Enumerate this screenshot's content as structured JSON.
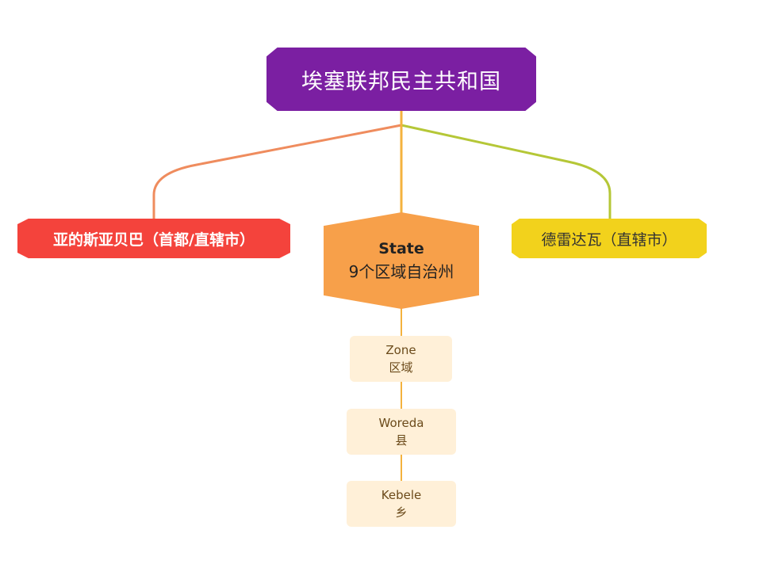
{
  "diagram": {
    "root": {
      "label": "埃塞联邦民主共和国",
      "color": "#7b1fa2"
    },
    "branches": {
      "addis": {
        "label": "亚的斯亚贝巴（首都/直辖市）",
        "color": "#f4433c",
        "link_color": "#ef8c5e"
      },
      "state": {
        "line1": "State",
        "line2": "9个区域自治州",
        "color": "#f7a04a",
        "link_color": "#f4b23e"
      },
      "dire": {
        "label": "德雷达瓦（直辖市）",
        "color": "#f2d21c",
        "link_color": "#b5c737"
      }
    },
    "levels": [
      {
        "en": "Zone",
        "zh": "区域"
      },
      {
        "en": "Woreda",
        "zh": "县"
      },
      {
        "en": "Kebele",
        "zh": "乡"
      }
    ],
    "sublevel_color": "#fff0d8"
  }
}
